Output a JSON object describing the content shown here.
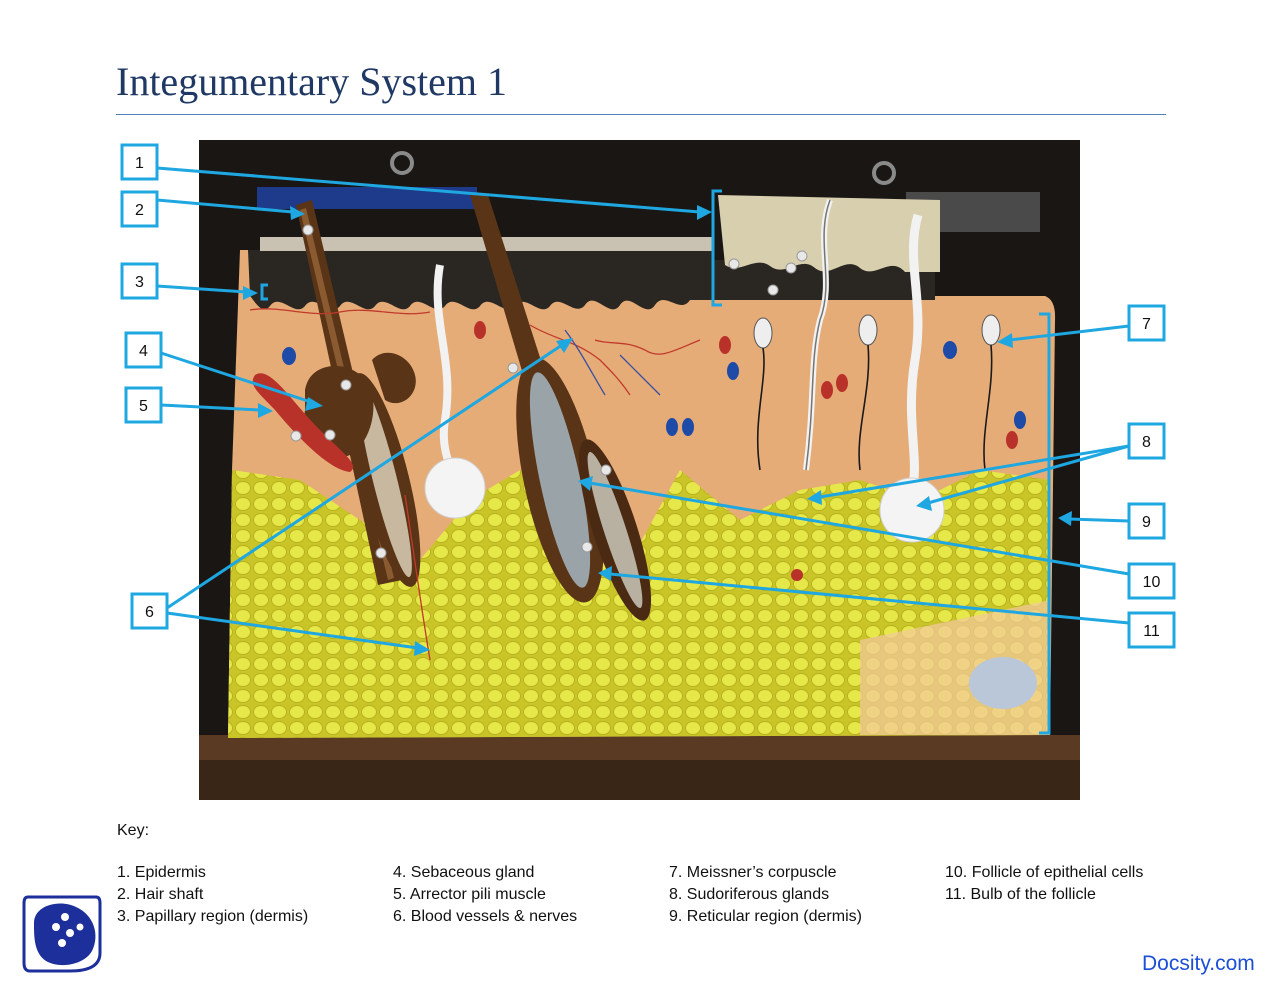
{
  "title": "Integumentary System 1",
  "key": {
    "heading": "Key:",
    "columns": [
      [
        "1. Epidermis",
        "2. Hair shaft",
        "3. Papillary region (dermis)"
      ],
      [
        "4. Sebaceous gland",
        "5. Arrector pili muscle",
        "6. Blood vessels & nerves"
      ],
      [
        "7. Meissner’s corpuscle",
        "8. Sudoriferous glands",
        "9. Reticular region (dermis)"
      ],
      [
        "10. Follicle of epithelial cells",
        "11. Bulb of the follicle"
      ]
    ]
  },
  "labels": [
    "1",
    "2",
    "3",
    "4",
    "5",
    "6",
    "7",
    "8",
    "9",
    "10",
    "11"
  ],
  "brand": "Docsity.com",
  "colors": {
    "title": "#1f3864",
    "rule": "#4f81bd",
    "callout": "#1ea7e1",
    "brand": "#1c4fd6"
  }
}
